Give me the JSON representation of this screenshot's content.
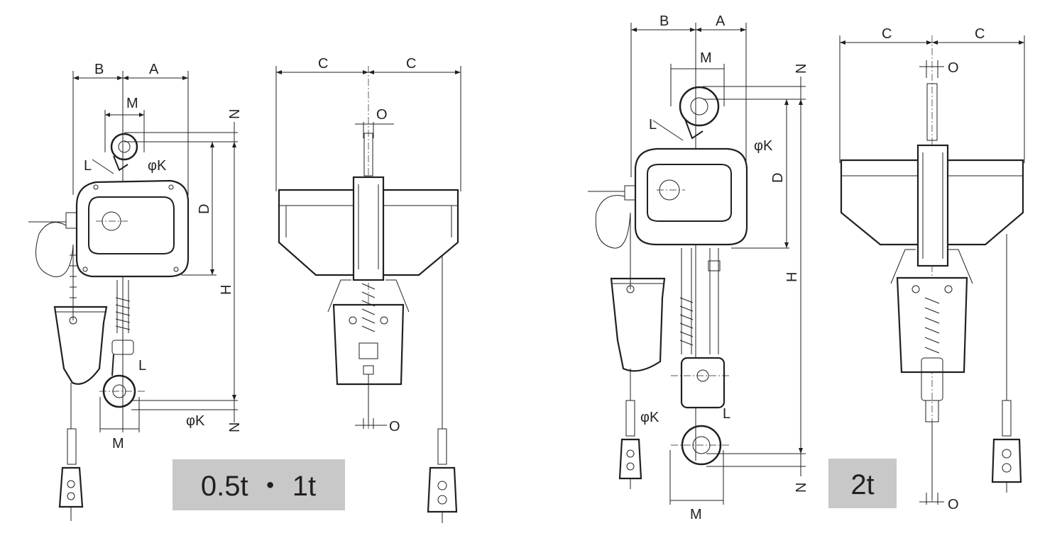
{
  "colors": {
    "line": "#231f20",
    "badge_bg": "#c8c8c8",
    "background": "#ffffff"
  },
  "small_model": {
    "label": "0.5t ・ 1t",
    "dims": {
      "A": "A",
      "B": "B",
      "M_top": "M",
      "M_bottom": "M",
      "N_top": "N",
      "N_bottom": "N",
      "D": "D",
      "H": "H",
      "L_top": "L",
      "L_bottom": "L",
      "phiK_top": "φK",
      "phiK_bottom": "φK"
    },
    "side_dims": {
      "C_left": "C",
      "C_right": "C",
      "O_top": "O",
      "O_bottom": "O"
    }
  },
  "large_model": {
    "label": "2t",
    "dims": {
      "A": "A",
      "B": "B",
      "M_top": "M",
      "M_bottom": "M",
      "N_top": "N",
      "N_bottom": "N",
      "D": "D",
      "H": "H",
      "L_top": "L",
      "L_bottom": "L",
      "phiK_top": "φK",
      "phiK_bottom": "φK"
    },
    "side_dims": {
      "C_left": "C",
      "C_right": "C",
      "O_top": "O",
      "O_bottom": "O"
    }
  }
}
